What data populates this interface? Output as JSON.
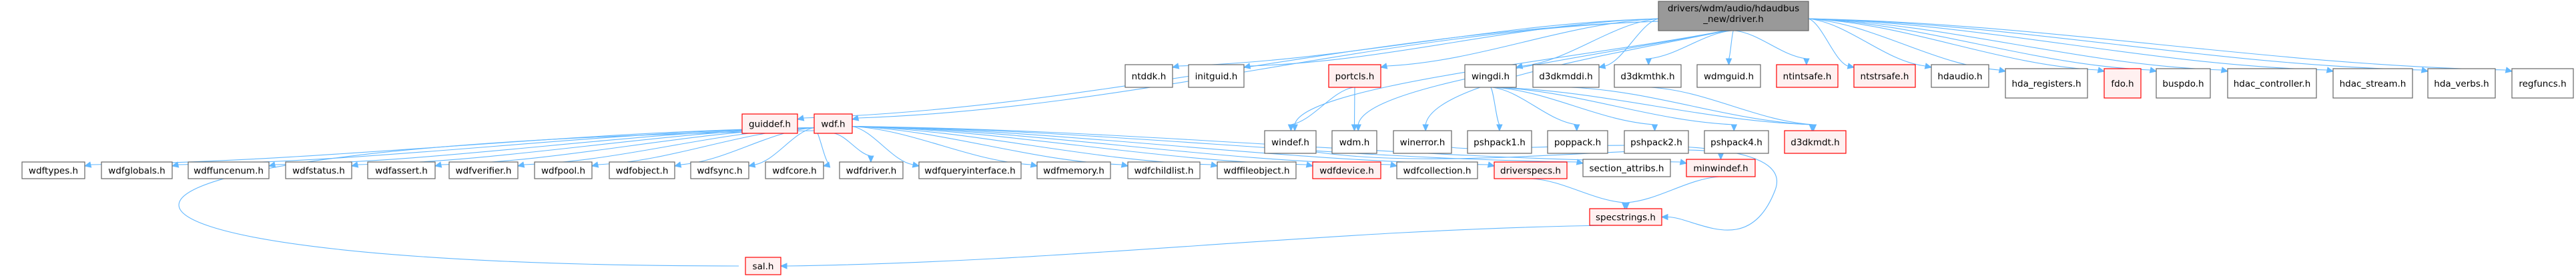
{
  "graph_title": "Include dependency graph",
  "colors": {
    "root_fill": "#999999",
    "root_stroke": "#666666",
    "normal_fill": "#ffffff",
    "normal_stroke": "#666666",
    "missing_fill": "#fff0f0",
    "missing_stroke": "#ff0000",
    "edge": "#63b8ff"
  },
  "nodes": [
    {
      "id": "root",
      "label_lines": [
        "drivers/wdm/audio/hdaudbus",
        "_new/driver.h"
      ],
      "kind": "root"
    },
    {
      "id": "ntddk",
      "label": "ntddk.h",
      "kind": "normal"
    },
    {
      "id": "initguid",
      "label": "initguid.h",
      "kind": "normal"
    },
    {
      "id": "portcls",
      "label": "portcls.h",
      "kind": "missing"
    },
    {
      "id": "wingdi",
      "label": "wingdi.h",
      "kind": "normal"
    },
    {
      "id": "d3dkmddi",
      "label": "d3dkmddi.h",
      "kind": "normal"
    },
    {
      "id": "d3dkmthk",
      "label": "d3dkmthk.h",
      "kind": "normal"
    },
    {
      "id": "wdmguid",
      "label": "wdmguid.h",
      "kind": "normal"
    },
    {
      "id": "ntintsafe",
      "label": "ntintsafe.h",
      "kind": "missing"
    },
    {
      "id": "ntstrsafe",
      "label": "ntstrsafe.h",
      "kind": "missing"
    },
    {
      "id": "hdaudio",
      "label": "hdaudio.h",
      "kind": "normal"
    },
    {
      "id": "hda_registers",
      "label": "hda_registers.h",
      "kind": "normal"
    },
    {
      "id": "fdo",
      "label": "fdo.h",
      "kind": "missing"
    },
    {
      "id": "buspdo",
      "label": "buspdo.h",
      "kind": "normal"
    },
    {
      "id": "hdac_controller",
      "label": "hdac_controller.h",
      "kind": "normal"
    },
    {
      "id": "hdac_stream",
      "label": "hdac_stream.h",
      "kind": "normal"
    },
    {
      "id": "hda_verbs",
      "label": "hda_verbs.h",
      "kind": "normal"
    },
    {
      "id": "regfuncs",
      "label": "regfuncs.h",
      "kind": "normal"
    },
    {
      "id": "guiddef",
      "label": "guiddef.h",
      "kind": "missing"
    },
    {
      "id": "wdf",
      "label": "wdf.h",
      "kind": "missing"
    },
    {
      "id": "windef",
      "label": "windef.h",
      "kind": "normal"
    },
    {
      "id": "wdm",
      "label": "wdm.h",
      "kind": "normal"
    },
    {
      "id": "winerror",
      "label": "winerror.h",
      "kind": "normal"
    },
    {
      "id": "pshpack1",
      "label": "pshpack1.h",
      "kind": "normal"
    },
    {
      "id": "poppack",
      "label": "poppack.h",
      "kind": "normal"
    },
    {
      "id": "pshpack2",
      "label": "pshpack2.h",
      "kind": "normal"
    },
    {
      "id": "pshpack4",
      "label": "pshpack4.h",
      "kind": "normal"
    },
    {
      "id": "d3dkmdt",
      "label": "d3dkmdt.h",
      "kind": "missing"
    },
    {
      "id": "wdftypes",
      "label": "wdftypes.h",
      "kind": "normal"
    },
    {
      "id": "wdfglobals",
      "label": "wdfglobals.h",
      "kind": "normal"
    },
    {
      "id": "wdffuncenum",
      "label": "wdffuncenum.h",
      "kind": "normal"
    },
    {
      "id": "wdfstatus",
      "label": "wdfstatus.h",
      "kind": "normal"
    },
    {
      "id": "wdfassert",
      "label": "wdfassert.h",
      "kind": "normal"
    },
    {
      "id": "wdfverifier",
      "label": "wdfverifier.h",
      "kind": "normal"
    },
    {
      "id": "wdfpool",
      "label": "wdfpool.h",
      "kind": "normal"
    },
    {
      "id": "wdfobject",
      "label": "wdfobject.h",
      "kind": "normal"
    },
    {
      "id": "wdfsync",
      "label": "wdfsync.h",
      "kind": "normal"
    },
    {
      "id": "wdfcore",
      "label": "wdfcore.h",
      "kind": "normal"
    },
    {
      "id": "wdfdriver",
      "label": "wdfdriver.h",
      "kind": "normal"
    },
    {
      "id": "wdfqueryinterface",
      "label": "wdfqueryinterface.h",
      "kind": "normal"
    },
    {
      "id": "wdfmemory",
      "label": "wdfmemory.h",
      "kind": "normal"
    },
    {
      "id": "wdfchildlist",
      "label": "wdfchildlist.h",
      "kind": "normal"
    },
    {
      "id": "wdffileobject",
      "label": "wdffileobject.h",
      "kind": "normal"
    },
    {
      "id": "wdfdevice",
      "label": "wdfdevice.h",
      "kind": "missing"
    },
    {
      "id": "wdfcollection",
      "label": "wdfcollection.h",
      "kind": "normal"
    },
    {
      "id": "driverspecs",
      "label": "driverspecs.h",
      "kind": "missing"
    },
    {
      "id": "section_attribs",
      "label": "section_attribs.h",
      "kind": "normal"
    },
    {
      "id": "minwindef",
      "label": "minwindef.h",
      "kind": "missing"
    },
    {
      "id": "specstrings",
      "label": "specstrings.h",
      "kind": "missing"
    },
    {
      "id": "sal",
      "label": "sal.h",
      "kind": "missing"
    }
  ],
  "edges": [
    [
      "root",
      "ntddk"
    ],
    [
      "root",
      "initguid"
    ],
    [
      "root",
      "portcls"
    ],
    [
      "root",
      "windef"
    ],
    [
      "root",
      "wdm"
    ],
    [
      "root",
      "winerror"
    ],
    [
      "root",
      "wingdi"
    ],
    [
      "root",
      "d3dkmddi"
    ],
    [
      "root",
      "d3dkmthk"
    ],
    [
      "root",
      "wdmguid"
    ],
    [
      "root",
      "ntintsafe"
    ],
    [
      "root",
      "ntstrsafe"
    ],
    [
      "root",
      "hdaudio"
    ],
    [
      "root",
      "hda_registers"
    ],
    [
      "root",
      "fdo"
    ],
    [
      "root",
      "buspdo"
    ],
    [
      "root",
      "hdac_controller"
    ],
    [
      "root",
      "hdac_stream"
    ],
    [
      "root",
      "hda_verbs"
    ],
    [
      "root",
      "regfuncs"
    ],
    [
      "root",
      "guiddef"
    ],
    [
      "root",
      "wdf"
    ],
    [
      "portcls",
      "windef"
    ],
    [
      "portcls",
      "wdm"
    ],
    [
      "wingdi",
      "pshpack1"
    ],
    [
      "wingdi",
      "poppack"
    ],
    [
      "wingdi",
      "pshpack2"
    ],
    [
      "wingdi",
      "pshpack4"
    ],
    [
      "wingdi",
      "d3dkmdt"
    ],
    [
      "d3dkmddi",
      "d3dkmdt"
    ],
    [
      "d3dkmthk",
      "d3dkmdt"
    ],
    [
      "windef",
      "minwindef"
    ],
    [
      "winerror",
      "specstrings"
    ],
    [
      "wdf",
      "wdftypes"
    ],
    [
      "wdf",
      "wdfglobals"
    ],
    [
      "wdf",
      "wdffuncenum"
    ],
    [
      "wdf",
      "wdfstatus"
    ],
    [
      "wdf",
      "wdfassert"
    ],
    [
      "wdf",
      "wdfverifier"
    ],
    [
      "wdf",
      "wdfpool"
    ],
    [
      "wdf",
      "wdfobject"
    ],
    [
      "wdf",
      "wdfsync"
    ],
    [
      "wdf",
      "wdfcore"
    ],
    [
      "wdf",
      "wdfdriver"
    ],
    [
      "wdf",
      "wdfqueryinterface"
    ],
    [
      "wdf",
      "wdfmemory"
    ],
    [
      "wdf",
      "wdfchildlist"
    ],
    [
      "wdf",
      "wdffileobject"
    ],
    [
      "wdf",
      "wdfdevice"
    ],
    [
      "wdf",
      "wdfcollection"
    ],
    [
      "wdf",
      "driverspecs"
    ],
    [
      "wdf",
      "section_attribs"
    ],
    [
      "wdf",
      "minwindef"
    ],
    [
      "wdf",
      "sal"
    ],
    [
      "driverspecs",
      "specstrings"
    ],
    [
      "minwindef",
      "specstrings"
    ],
    [
      "specstrings",
      "sal"
    ]
  ]
}
